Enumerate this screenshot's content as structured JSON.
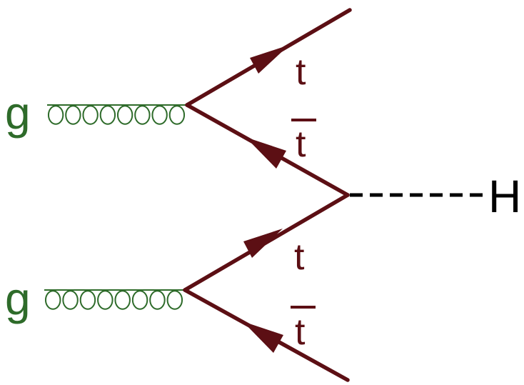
{
  "diagram": {
    "labels": {
      "gluon_top": "g",
      "gluon_bottom": "g",
      "top_quark_upper": "t",
      "antitop_upper": "t",
      "top_quark_lower": "t",
      "antitop_lower": "t",
      "higgs": "H"
    },
    "colors": {
      "quark_line": "#5c0f14",
      "gluon": "#2e6b2a",
      "higgs_line": "#000000",
      "background": "#ffffff"
    }
  }
}
